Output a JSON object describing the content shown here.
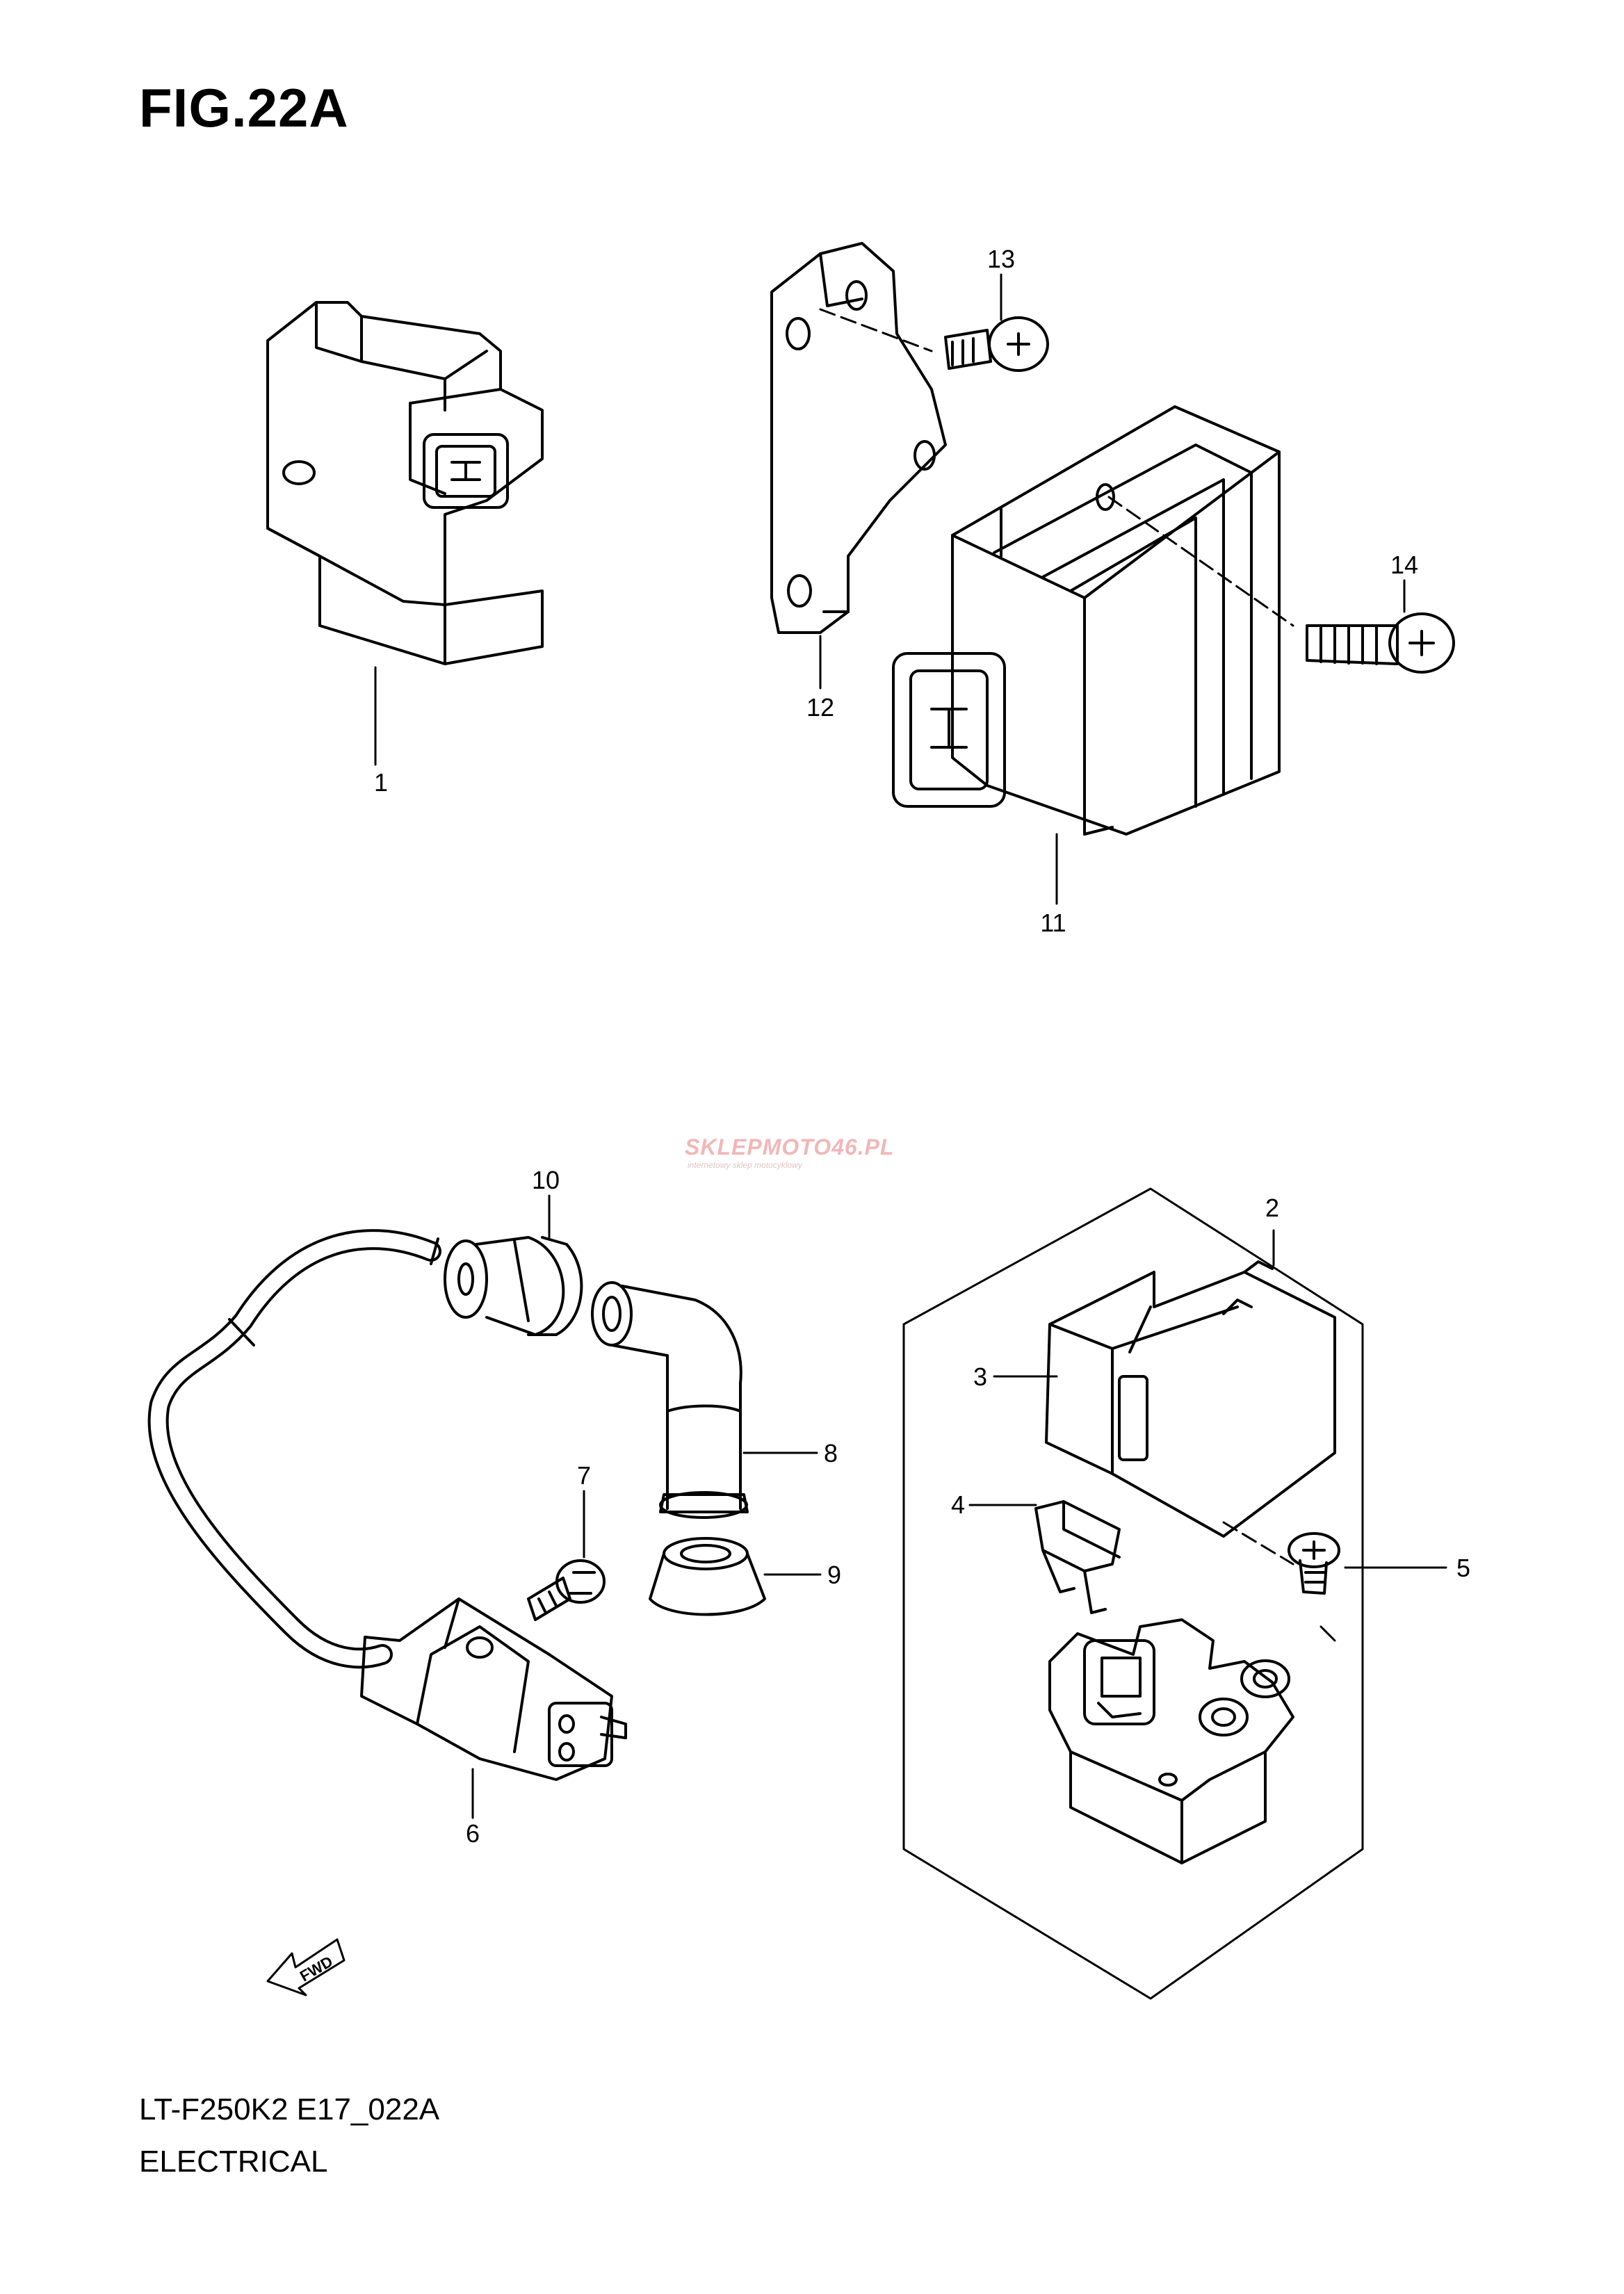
{
  "figure_title": "FIG.22A",
  "footer": {
    "model_code": "LT-F250K2 E17_022A",
    "category": "ELECTRICAL"
  },
  "watermark": {
    "text": "SKLEPMOTO46.PL",
    "tagline": "internetowy sklep motocyklowy"
  },
  "fwd_label": "FWD",
  "callouts": [
    "1",
    "2",
    "3",
    "4",
    "5",
    "6",
    "7",
    "8",
    "9",
    "10",
    "11",
    "12",
    "13",
    "14"
  ]
}
